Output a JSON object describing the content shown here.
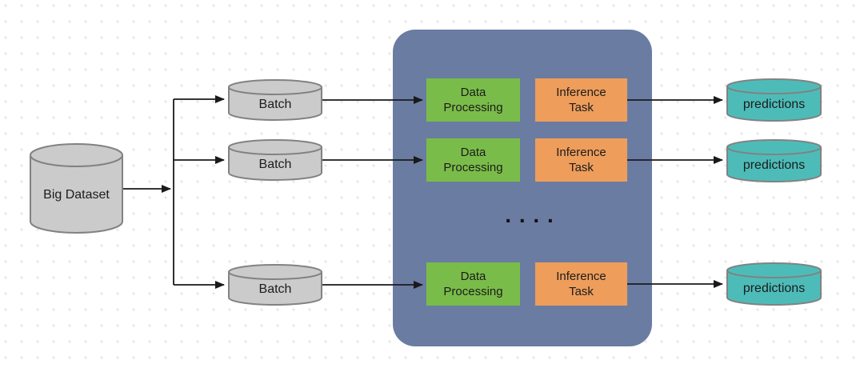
{
  "diagram": {
    "source": {
      "label": "Big Dataset"
    },
    "batches": [
      {
        "label": "Batch"
      },
      {
        "label": "Batch"
      },
      {
        "label": "Batch"
      }
    ],
    "worker_pool": {
      "rows": [
        {
          "processing_label": "Data Processing",
          "inference_label": "Inference Task"
        },
        {
          "processing_label": "Data Processing",
          "inference_label": "Inference Task"
        },
        {
          "processing_label": "Data Processing",
          "inference_label": "Inference Task"
        }
      ],
      "ellipsis": ". . . ."
    },
    "outputs": [
      {
        "label": "predictions"
      },
      {
        "label": "predictions"
      },
      {
        "label": "predictions"
      }
    ],
    "colors": {
      "dataset_cylinder_fill": "#cbcbcb",
      "cylinder_stroke": "#828282",
      "worker_pool_fill": "#6b7ca3",
      "processing_box_fill": "#7abc49",
      "inference_box_fill": "#ee9d5b",
      "predictions_cylinder_fill": "#4dbcb8",
      "arrow_color": "#1a1a1a",
      "background_dot_color": "#e8e8ec"
    }
  }
}
